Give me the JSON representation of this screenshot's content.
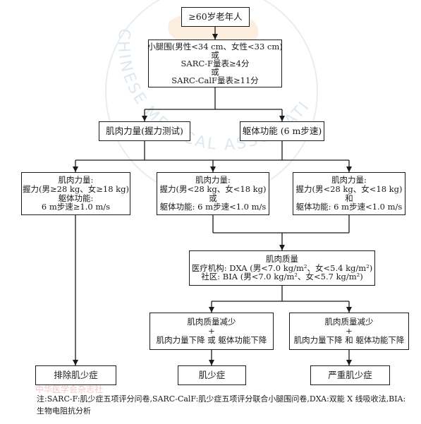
{
  "watermark": {
    "arc_text": "CHINESE MEDICAL ASSOCIATION",
    "footer_text": "中华医学会杂志社"
  },
  "nodes": {
    "start": "≥60岁老年人",
    "screening": [
      "小腿围(男性<34 cm、女性<33 cm)",
      "或",
      "SARC-F量表≥4分",
      "或",
      "SARC-CalF量表≥11分"
    ],
    "muscle_strength": "肌肉力量(握力测试)",
    "physical_function": "躯体功能 (6 m步速)",
    "branch_left": [
      "肌肉力量:",
      "握力(男≥28 kg、女≥18 kg)",
      "躯体功能:",
      "6 m步速≥1.0 m/s"
    ],
    "branch_middle": [
      "肌肉力量:",
      "握力(男<28 kg、女<18 kg)",
      "或",
      "躯体功能: 6 m步速<1.0 m/s"
    ],
    "branch_right": [
      "肌肉力量:",
      "握力(男<28 kg、女<18 kg)",
      "和",
      "躯体功能: 6 m步速<1.0 m/s"
    ],
    "muscle_mass": [
      "肌肉质量",
      "医疗机构: DXA (男<7.0 kg/m²、女<5.4 kg/m²)",
      "社区: BIA (男<7.0 kg/m²、女<5.7 kg/m²)"
    ],
    "mass_or": [
      "肌肉质量减少",
      "+",
      "肌肉力量下降 或 躯体功能下降"
    ],
    "mass_and": [
      "肌肉质量减少",
      "+",
      "肌肉力量下降 和 躯体功能下降"
    ],
    "exclude": "排除肌少症",
    "sarcopenia": "肌少症",
    "severe": "严重肌少症"
  },
  "note": "注:SARC-F:肌少症五项评分问卷,SARC-CalF:肌少症五项评分联合小腿围问卷,DXA:双能 X 线吸收法,BIA:生物电阻抗分析"
}
